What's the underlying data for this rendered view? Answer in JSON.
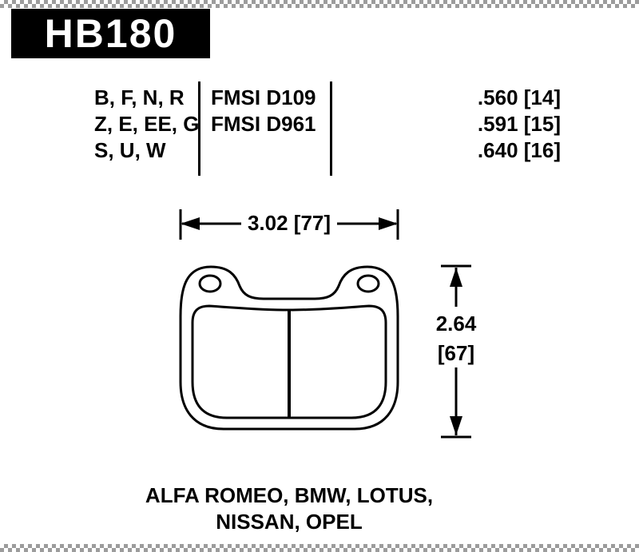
{
  "part_number": "HB180",
  "spec_table": {
    "rows": [
      {
        "compounds": "B, F, N, R",
        "fmsi": "FMSI D109",
        "thickness": ".560 [14]"
      },
      {
        "compounds": "Z, E, EE, G",
        "fmsi": "FMSI D961",
        "thickness": ".591 [15]"
      },
      {
        "compounds": "S, U, W",
        "fmsi": "",
        "thickness": ".640 [16]"
      }
    ]
  },
  "dimensions": {
    "width_label": "3.02 [77]",
    "height_label_in": "2.64",
    "height_label_mm": "[67]"
  },
  "applications": {
    "line1": "ALFA ROMEO, BMW, LOTUS,",
    "line2": "NISSAN, OPEL"
  },
  "colors": {
    "ink": "#000000",
    "background": "#ffffff",
    "checker_gray": "#9c9c9c"
  }
}
